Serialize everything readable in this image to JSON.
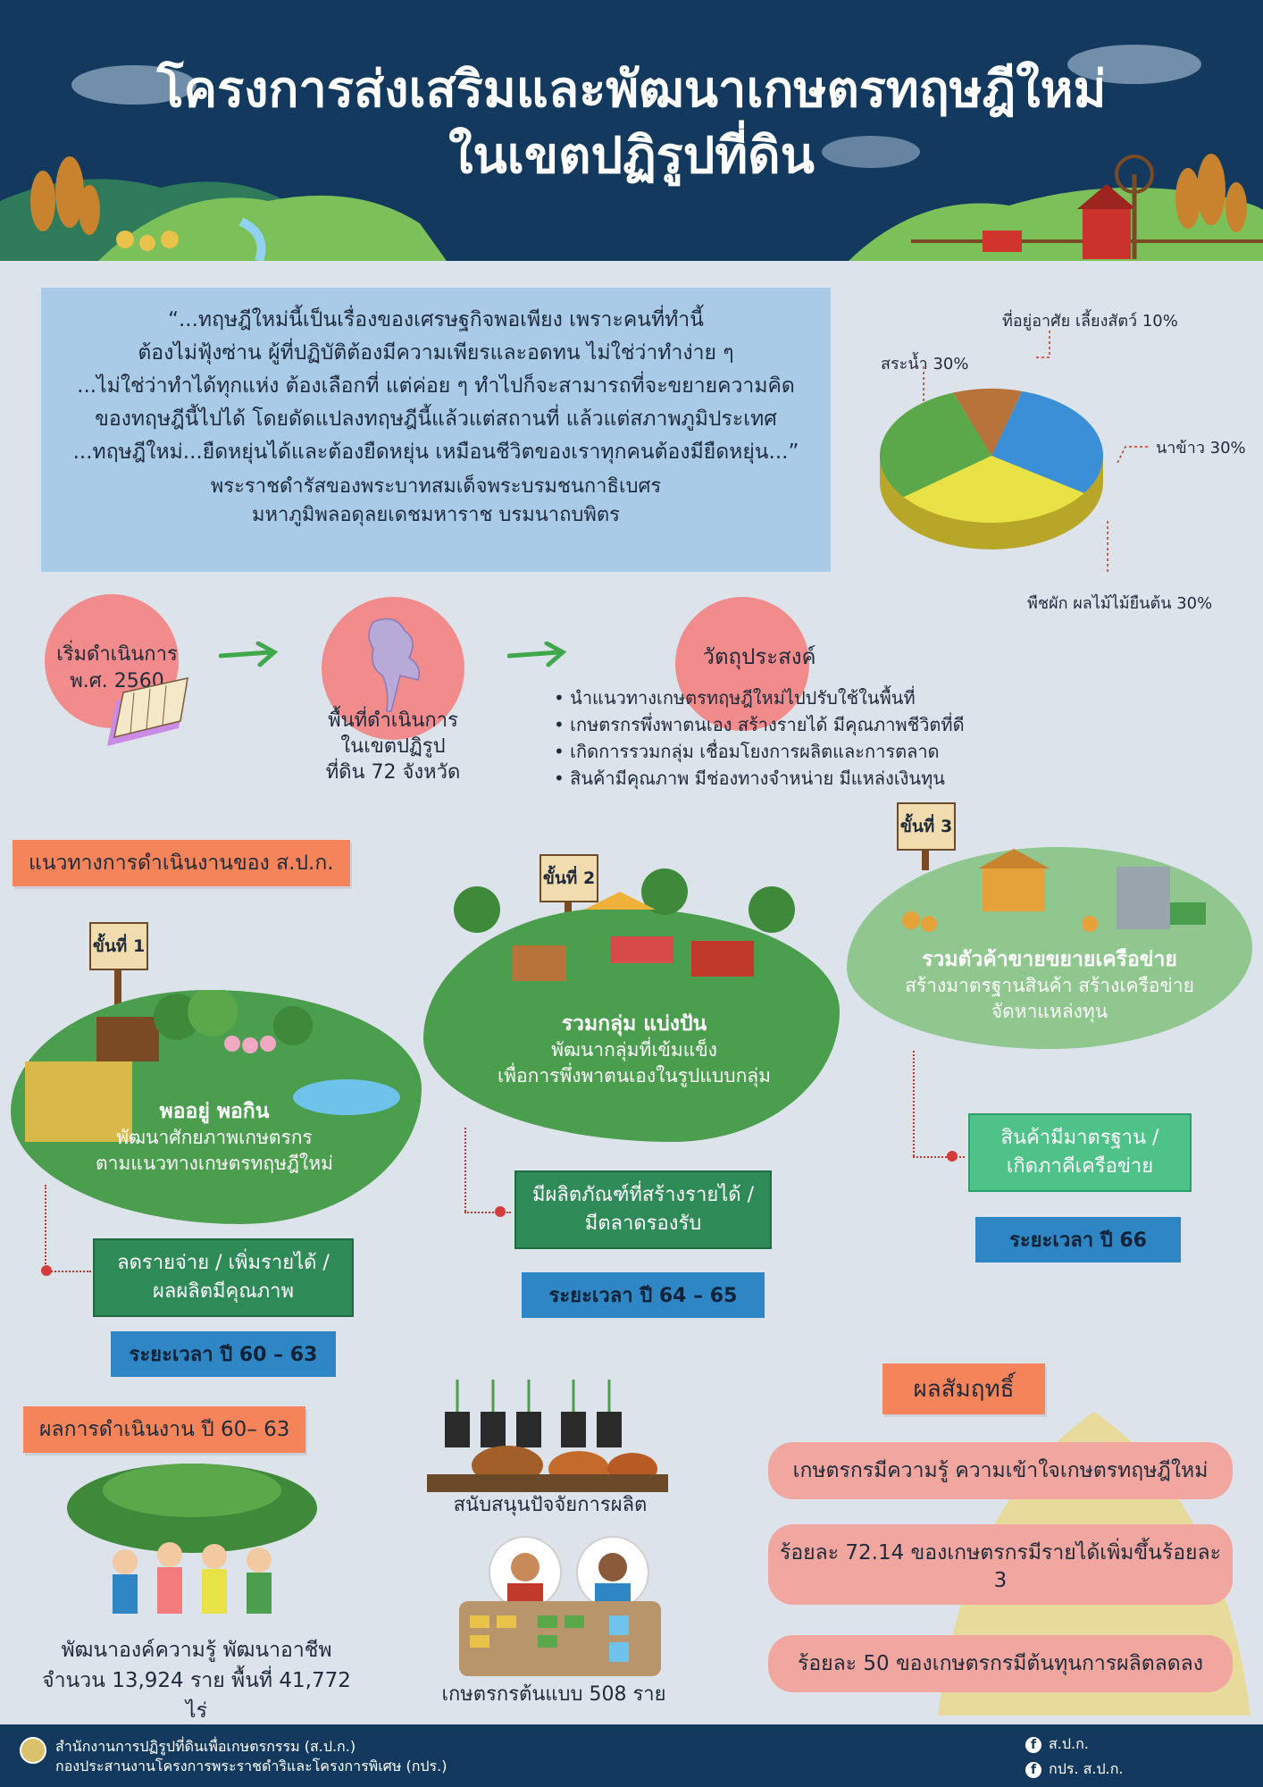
{
  "header": {
    "title_line1": "โครงการส่งเสริมและพัฒนาเกษตรทฤษฎีใหม่",
    "title_line2": "ในเขตปฏิรูปที่ดิน"
  },
  "quote": {
    "lines": [
      "“...ทฤษฎีใหม่นี้เป็นเรื่องของเศรษฐกิจพอเพียง เพราะคนที่ทำนี้",
      "ต้องไม่ฟุ้งซ่าน ผู้ที่ปฏิบัติต้องมีความเพียรและอดทน ไม่ใช่ว่าทำง่าย ๆ",
      "...ไม่ใช่ว่าทำได้ทุกแห่ง ต้องเลือกที่ แต่ค่อย ๆ ทำไปก็จะสามารถที่จะขยายความคิด",
      "ของทฤษฎีนี้ไปได้ โดยดัดแปลงทฤษฎีนี้แล้วแต่สถานที่ แล้วแต่สภาพภูมิประเทศ",
      "...ทฤษฎีใหม่...ยืดหยุ่นได้และต้องยืดหยุ่น เหมือนชีวิตของเราทุกคนต้องมียืดหยุ่น...”"
    ],
    "attribution_line1": "พระราชดำรัสของพระบาทสมเด็จพระบรมชนกาธิเบศร",
    "attribution_line2": "มหาภูมิพลอดุลยเดชมหาราช บรมนาถบพิตร"
  },
  "land_use": {
    "housing": "ที่อยู่อาศัย เลี้ยงสัตว์ 10%",
    "pond": "สระน้ำ 30%",
    "rice": "นาข้าว 30%",
    "crops": "พืชผัก ผลไม้ไม้ยืนต้น 30%",
    "shares": [
      10,
      30,
      30,
      30
    ],
    "colors": [
      "#b8733a",
      "#3b8fd6",
      "#e9e247",
      "#5aa84a"
    ]
  },
  "start": {
    "line1": "เริ่มดำเนินการ",
    "line2": "พ.ศ. 2560"
  },
  "area": {
    "line1": "พื้นที่ดำเนินการ",
    "line2": "ในเขตปฏิรูป",
    "line3": "ที่ดิน 72 จังหวัด"
  },
  "objectives": {
    "title": "วัตถุประสงค์",
    "items": [
      "นำแนวทางเกษตรทฤษฎีใหม่ไปปรับใช้ในพื้นที่",
      "เกษตรกรพึ่งพาตนเอง สร้างรายได้ มีคุณภาพชีวิตที่ดี",
      "เกิดการรวมกลุ่ม เชื่อมโยงการผลิตและการตลาด",
      "สินค้ามีคุณภาพ มีช่องทางจำหน่าย มีแหล่งเงินทุน"
    ]
  },
  "approach_title": "แนวทางการดำเนินงานของ ส.ป.ก.",
  "steps": [
    {
      "sign": "ขั้นที่ 1",
      "heading": "พออยู่ พอกิน",
      "desc1": "พัฒนาศักยภาพเกษตรกร",
      "desc2": "ตามแนวทางเกษตรทฤษฎีใหม่",
      "outcome1": "ลดรายจ่าย / เพิ่มรายได้ /",
      "outcome2": "ผลผลิตมีคุณภาพ",
      "period": "ระยะเวลา ปี 60 – 63"
    },
    {
      "sign": "ขั้นที่ 2",
      "heading": "รวมกลุ่ม แบ่งปัน",
      "desc1": "พัฒนากลุ่มที่เข้มแข็ง",
      "desc2": "เพื่อการพึ่งพาตนเองในรูปแบบกลุ่ม",
      "outcome1": "มีผลิตภัณฑ์ที่สร้างรายได้ /",
      "outcome2": "มีตลาดรองรับ",
      "period": "ระยะเวลา ปี 64 – 65"
    },
    {
      "sign": "ขั้นที่ 3",
      "heading": "รวมตัวค้าขายขยายเครือข่าย",
      "desc1": "สร้างมาตรฐานสินค้า สร้างเครือข่าย",
      "desc2": "จัดหาแหล่งทุน",
      "outcome1": "สินค้ามีมาตรฐาน /",
      "outcome2": "เกิดภาคีเครือข่าย",
      "period": "ระยะเวลา ปี 66"
    }
  ],
  "results": {
    "title": "ผลการดำเนินงาน ปี 60– 63",
    "training_line1": "พัฒนาองค์ความรู้ พัฒนาอาชีพ",
    "training_line2": "จำนวน 13,924 ราย พื้นที่ 41,772 ไร่",
    "support": "สนับสนุนปัจจัยการผลิต",
    "model": "เกษตรกรต้นแบบ 508 ราย"
  },
  "achievements": {
    "title": "ผลสัมฤทธิ์",
    "items": [
      "เกษตรกรมีความรู้ ความเข้าใจเกษตรทฤษฎีใหม่",
      "ร้อยละ 72.14 ของเกษตรกรมีรายได้เพิ่มขึ้นร้อยละ 3",
      "ร้อยละ 50 ของเกษตรกรมีต้นทุนการผลิตลดลง"
    ]
  },
  "footer": {
    "org1": "สำนักงานการปฏิรูปที่ดินเพื่อเกษตรกรรม (ส.ป.ก.)",
    "org2": "กองประสานงานโครงการพระราชดำริและโครงการพิเศษ (กปร.)",
    "fb1": "ส.ป.ก.",
    "fb2": "กปร. ส.ป.ก."
  }
}
